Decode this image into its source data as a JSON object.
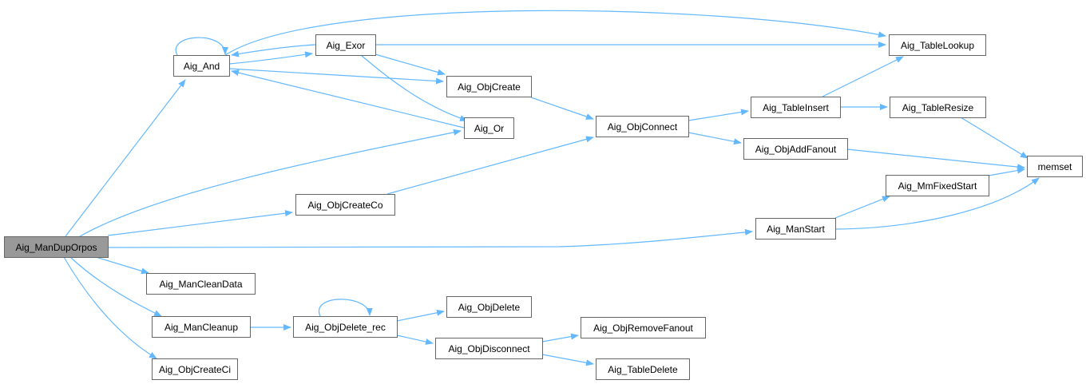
{
  "graph": {
    "root": "Aig_ManDupOrpos",
    "colors": {
      "edge": "#63b8ff",
      "node_border": "#666666",
      "root_fill": "#999999"
    },
    "nodes": {
      "dup_orpos": "Aig_ManDupOrpos",
      "and": "Aig_And",
      "exor": "Aig_Exor",
      "obj_create": "Aig_ObjCreate",
      "or": "Aig_Or",
      "obj_create_co": "Aig_ObjCreateCo",
      "obj_connect": "Aig_ObjConnect",
      "table_insert": "Aig_TableInsert",
      "obj_add_fanout": "Aig_ObjAddFanout",
      "table_lookup": "Aig_TableLookup",
      "table_resize": "Aig_TableResize",
      "memset": "memset",
      "mm_fixed_start": "Aig_MmFixedStart",
      "man_start": "Aig_ManStart",
      "man_clean_data": "Aig_ManCleanData",
      "man_cleanup": "Aig_ManCleanup",
      "obj_create_ci": "Aig_ObjCreateCi",
      "obj_delete_rec": "Aig_ObjDelete_rec",
      "obj_delete": "Aig_ObjDelete",
      "obj_disconnect": "Aig_ObjDisconnect",
      "obj_remove_fanout": "Aig_ObjRemoveFanout",
      "table_delete": "Aig_TableDelete"
    }
  }
}
